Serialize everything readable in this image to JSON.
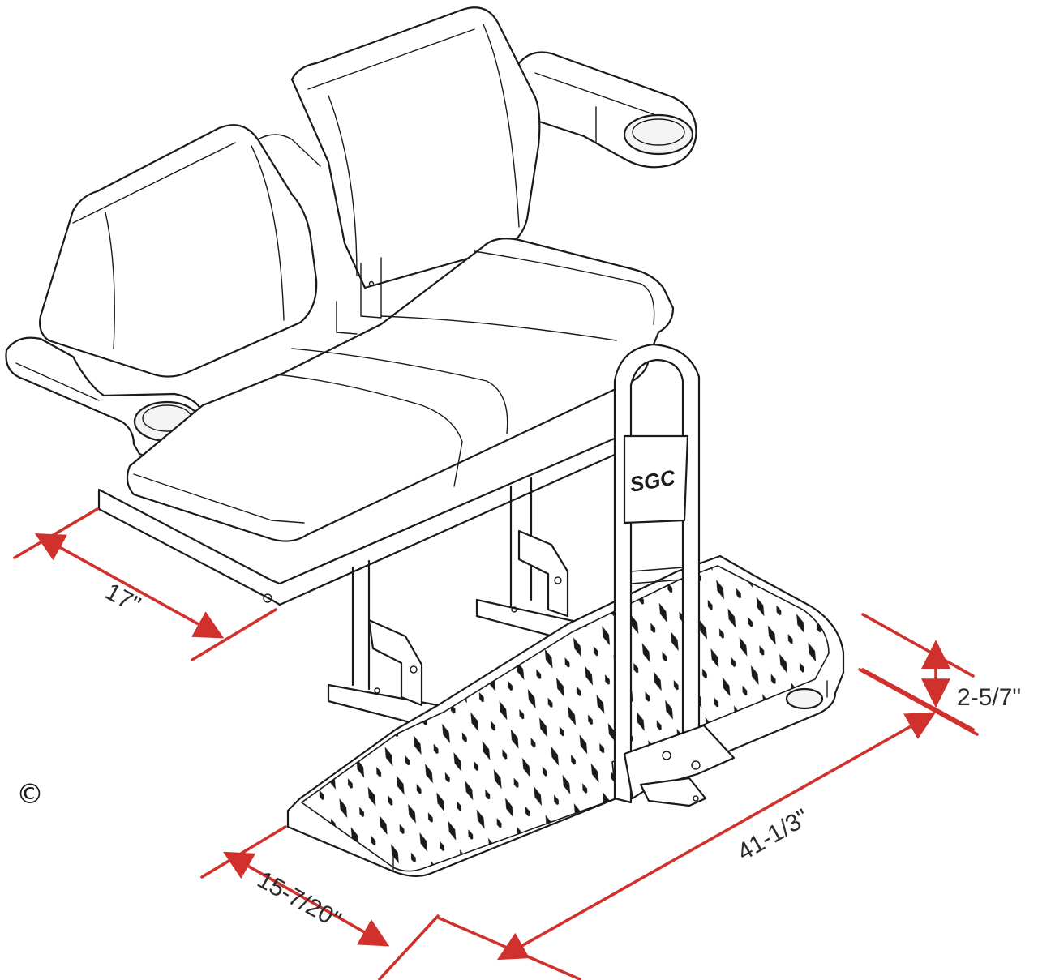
{
  "diagram": {
    "brand_label": "SGC",
    "colors": {
      "outline": "#1a1a1a",
      "dimension": "#d0312d",
      "dimension_text": "#2b2b2b"
    },
    "dimensions": {
      "seat_depth": "17\"",
      "step_depth": "15-7/20\"",
      "overall_width": "41-1/3\"",
      "step_height": "2-5/7\""
    },
    "copyright_symbol": "©"
  }
}
